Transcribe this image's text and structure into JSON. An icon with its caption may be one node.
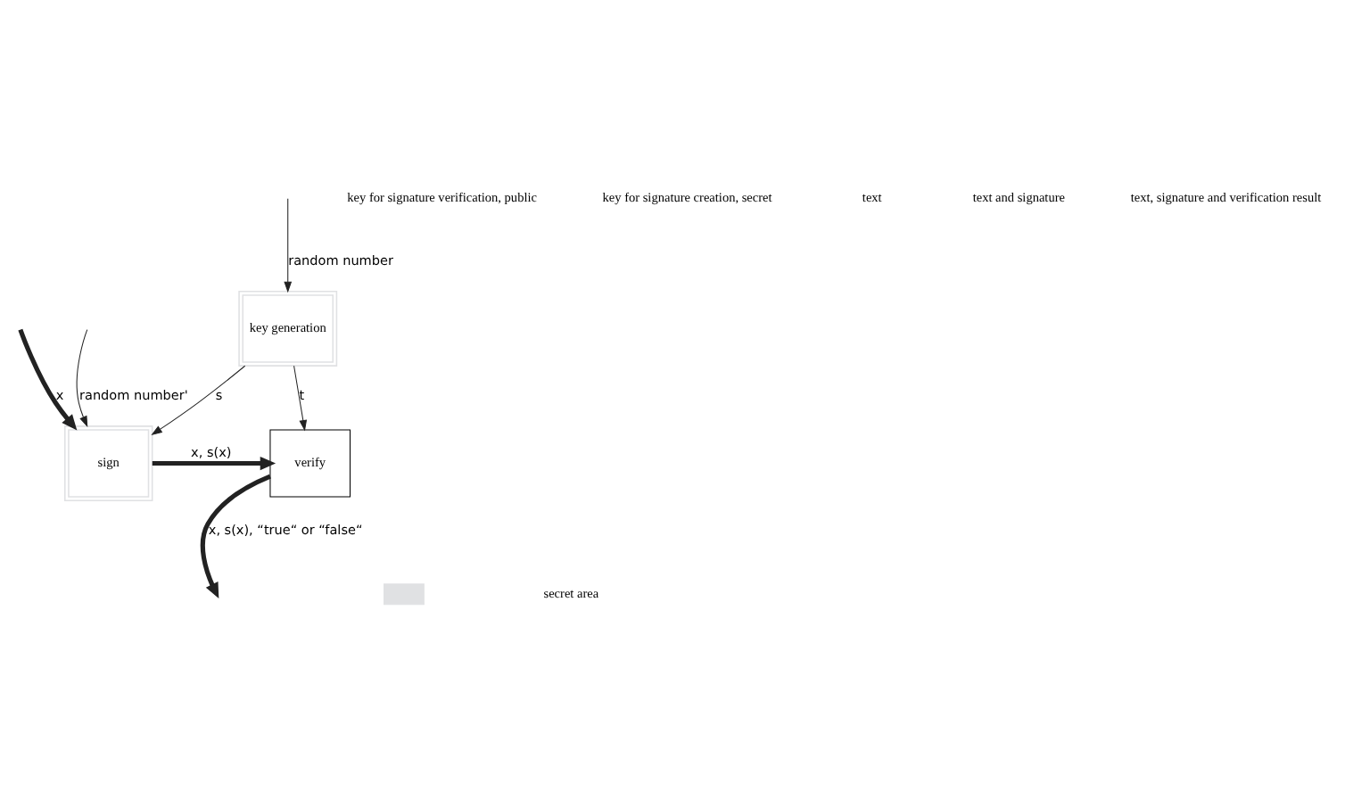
{
  "diagram": {
    "nodes": [
      {
        "text": [
          "key generation"
        ]
      },
      {
        "text": [
          "verify"
        ]
      },
      {
        "text": [
          "sign"
        ]
      }
    ],
    "edges": [
      {
        "from": null,
        "to": 0,
        "arrow": "to",
        "label": "random number"
      },
      {
        "from": 0,
        "to": 1,
        "arrow": "to",
        "label": "t"
      },
      {
        "from": 0,
        "to": 2,
        "arrow": "to",
        "label": "s"
      },
      {
        "from": null,
        "to": 2,
        "arrow": "to",
        "label": "x",
        "style": "thick"
      },
      {
        "from": null,
        "to": 2,
        "arrow": "to",
        "label": "random number'"
      },
      {
        "from": 2,
        "to": 1,
        "arrow": "to",
        "label": "x, s(x)",
        "style": "thick"
      },
      {
        "from": 1,
        "to": null,
        "arrow": "to",
        "label": "x, s(x), “true“ or “false“",
        "style": "thick"
      }
    ],
    "labels": [
      "key for signature verification, public",
      "key for signature creation, secret",
      "text",
      "text and signature",
      "text, signature and verification result"
    ],
    "legend": [
      {
        "text": "secret area",
        "color": "#e0e1e3"
      }
    ]
  }
}
